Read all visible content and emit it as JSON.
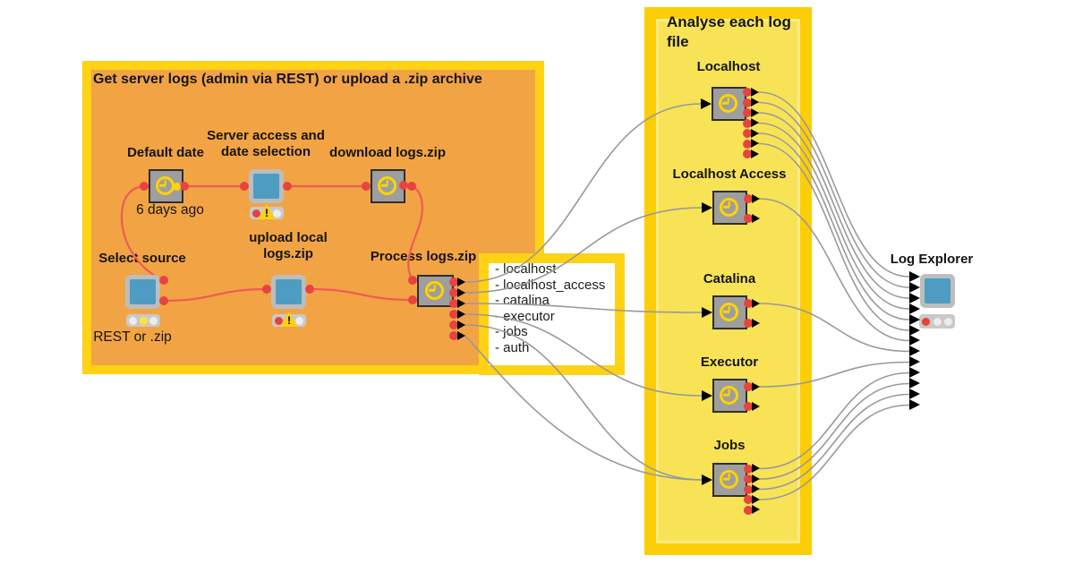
{
  "annotations": {
    "server_logs": {
      "title": "Get server logs (admin via REST) or upload a .zip archive"
    },
    "analyse": {
      "title_line1": "Analyse each log",
      "title_line2": "file"
    },
    "note": {
      "items": [
        "- localhost",
        "- localhost_access",
        "- catalina",
        "- executor",
        "- jobs",
        "- auth"
      ]
    }
  },
  "nodes": {
    "default_date": {
      "label_lines": [
        "Default date"
      ],
      "sublabel": "6 days ago"
    },
    "server_access": {
      "label_lines": [
        "Server access and",
        "date selection"
      ],
      "status_lights": [
        "red",
        "warning",
        "off"
      ]
    },
    "download_logs": {
      "label_lines": [
        "download logs.zip"
      ]
    },
    "select_source": {
      "label_lines": [
        "Select source"
      ],
      "sublabel": "REST or .zip",
      "status_lights": [
        "off",
        "yellow",
        "off"
      ]
    },
    "upload_local": {
      "label_lines": [
        "upload local",
        "logs.zip"
      ],
      "status_lights": [
        "red",
        "warning",
        "off"
      ]
    },
    "process_logs": {
      "label_lines": [
        "Process logs.zip"
      ]
    },
    "localhost": {
      "label_lines": [
        "Localhost"
      ]
    },
    "localhost_access": {
      "label_lines": [
        "Localhost Access"
      ]
    },
    "catalina": {
      "label_lines": [
        "Catalina"
      ]
    },
    "executor": {
      "label_lines": [
        "Executor"
      ]
    },
    "jobs": {
      "label_lines": [
        "Jobs"
      ]
    },
    "log_explorer": {
      "label_lines": [
        "Log Explorer"
      ],
      "status_lights": [
        "red",
        "off",
        "off"
      ]
    }
  },
  "connections": {
    "flow_variable": [
      {
        "from": "select_source.out1",
        "to": "default_date.in",
        "route": "loop_left"
      },
      {
        "from": "default_date.out",
        "to": "server_access.in"
      },
      {
        "from": "server_access.out",
        "to": "download_logs.in"
      },
      {
        "from": "download_logs.out",
        "to": "process_logs.in1",
        "route": "loop_down"
      },
      {
        "from": "select_source.out2",
        "to": "upload_local.in"
      },
      {
        "from": "upload_local.out",
        "to": "process_logs.in2"
      }
    ],
    "data": [
      {
        "from": "process_logs.out1",
        "to": "localhost.in"
      },
      {
        "from": "process_logs.out2",
        "to": "localhost_access.in"
      },
      {
        "from": "process_logs.out3",
        "to": "catalina.in"
      },
      {
        "from": "process_logs.out4",
        "to": "executor.in"
      },
      {
        "from": "process_logs.out5",
        "to": "jobs.in"
      },
      {
        "from": "process_logs.out6",
        "to": "jobs.in",
        "route": "low"
      },
      {
        "from": "localhost.out1",
        "to": "log_explorer.in1"
      },
      {
        "from": "localhost.out2",
        "to": "log_explorer.in2"
      },
      {
        "from": "localhost.out3",
        "to": "log_explorer.in3"
      },
      {
        "from": "localhost.out4",
        "to": "log_explorer.in4"
      },
      {
        "from": "localhost.out5",
        "to": "log_explorer.in5"
      },
      {
        "from": "localhost.out6",
        "to": "log_explorer.in6"
      },
      {
        "from": "localhost_access.out1",
        "to": "log_explorer.in7"
      },
      {
        "from": "catalina.out1",
        "to": "log_explorer.in8"
      },
      {
        "from": "executor.out1",
        "to": "log_explorer.in9"
      },
      {
        "from": "jobs.out1",
        "to": "log_explorer.in10"
      },
      {
        "from": "jobs.out2",
        "to": "log_explorer.in11"
      },
      {
        "from": "jobs.out3",
        "to": "log_explorer.in12"
      },
      {
        "from": "jobs.out4",
        "to": "log_explorer.in13"
      }
    ]
  },
  "colors": {
    "annotation_frame_yellow": "#FFD214",
    "analyse_frame_gold": "#FBCE07",
    "analyse_fill": "#F8E356",
    "orange_fill": "#F2A444",
    "node_gray": "#9E9E9E",
    "node_border": "#2E2E2E",
    "component_blue": "#4E9CC2",
    "component_frame": "#BDBDBD",
    "port_red": "#E8433E",
    "wire_gray": "#999999",
    "wire_red": "#EE5B57",
    "clock_yellow": "#FFD400",
    "traffic_red": "#E8413C",
    "traffic_yellow": "#FFE33C",
    "traffic_off": "#ECECEC"
  }
}
